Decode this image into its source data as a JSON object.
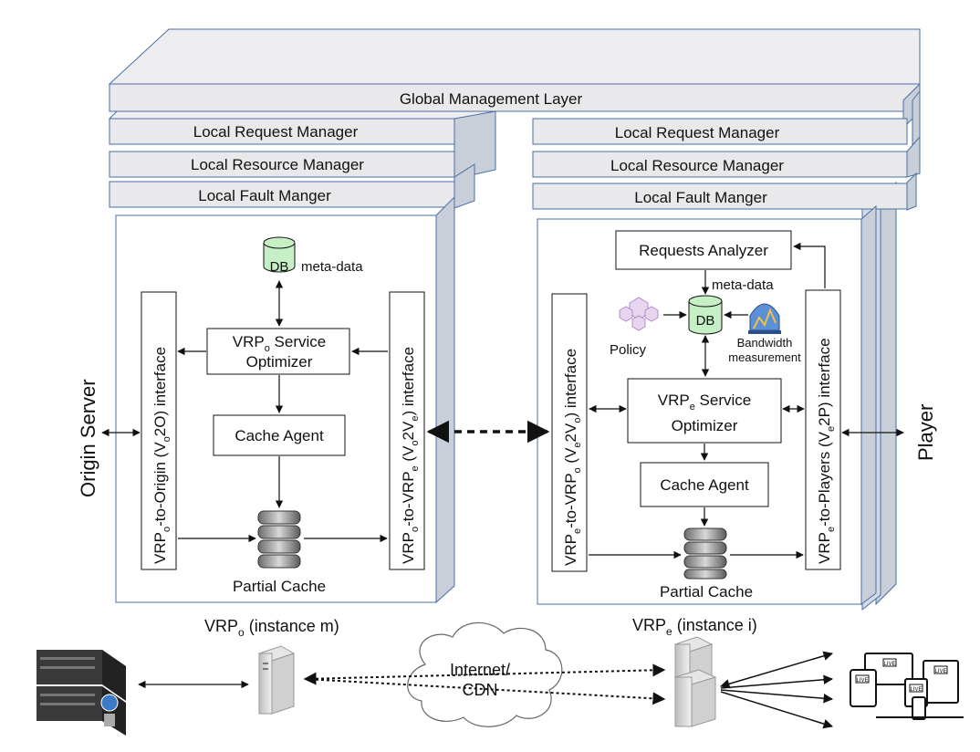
{
  "layers": {
    "global": "Global Management Layer",
    "left": {
      "request": "Local Request Manager",
      "resource": "Local Resource Manager",
      "fault": "Local Fault Manger"
    },
    "right": {
      "request": "Local Request Manager",
      "resource": "Local Resource Manager",
      "fault": "Local Fault Manger"
    }
  },
  "vrp_o": {
    "db": "DB",
    "meta": "meta-data",
    "optimizer": {
      "base": "VRP",
      "sub": "o",
      "rest": " Service",
      "line2": "Optimizer"
    },
    "cache_agent": "Cache Agent",
    "partial_cache": "Partial Cache",
    "left_interface": {
      "a": "VRP",
      "b": "o",
      "c": "-to-Origin (V",
      "d": "o",
      "e": "2O) interface"
    },
    "right_interface": {
      "a": "VRP",
      "b": "o",
      "c": "-to-VRP",
      "d": "e",
      "e": " (V",
      "f": "o",
      "g": "2V",
      "h": "e",
      "i": ") interface"
    },
    "instance": {
      "a": "VRP",
      "b": "o",
      "c": " (instance m)"
    }
  },
  "vrp_e": {
    "requests_analyzer": "Requests Analyzer",
    "db": "DB",
    "meta": "meta-data",
    "policy": "Policy",
    "bandwidth1": "Bandwidth",
    "bandwidth2": "measurement",
    "optimizer": {
      "base": "VRP",
      "sub": "e",
      "rest": " Service",
      "line2": "Optimizer"
    },
    "cache_agent": "Cache Agent",
    "partial_cache": "Partial Cache",
    "left_interface": {
      "a": "VRP",
      "b": "e",
      "c": "-to-VRP",
      "d": "o",
      "e": " (V",
      "f": "e",
      "g": "2V",
      "h": "o",
      "i": ") interface"
    },
    "right_interface": {
      "a": "VRP",
      "b": "e",
      "c": "-to-Players (V",
      "d": "e",
      "e": "2P) interface"
    },
    "instance": {
      "a": "VRP",
      "b": "e",
      "c": " (instance i)"
    }
  },
  "side": {
    "origin": "Origin Server",
    "player": "Player"
  },
  "cloud": {
    "line1": "Internet/",
    "line2": "CDN"
  },
  "live_badge": "LIVE",
  "colors": {
    "layer_fill": "#e9e9ec",
    "layer_stroke": "#4a6fa5",
    "container_side": "#c9cfd8",
    "db_fill": "#c6efc6"
  }
}
